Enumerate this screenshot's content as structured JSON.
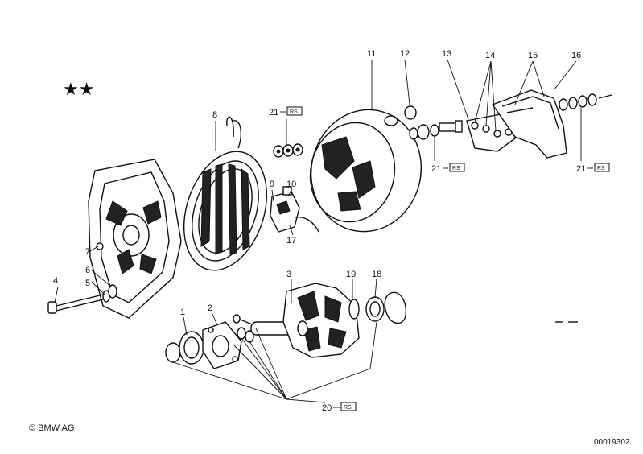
{
  "stars": "★★",
  "copyright": "© BMW AG",
  "diagram_number": "00019302",
  "rs_badge": "RS",
  "callouts": {
    "c1": "1",
    "c2": "2",
    "c3": "3",
    "c4": "4",
    "c5": "5",
    "c6": "6",
    "c7": "7",
    "c8": "8",
    "c9": "9",
    "c10": "10",
    "c11": "11",
    "c12": "12",
    "c13": "13",
    "c14": "14",
    "c15": "15",
    "c16": "16",
    "c17": "17",
    "c18": "18",
    "c19": "19",
    "c21a": "21",
    "c21b": "21",
    "c21c": "21",
    "c20": "20"
  }
}
